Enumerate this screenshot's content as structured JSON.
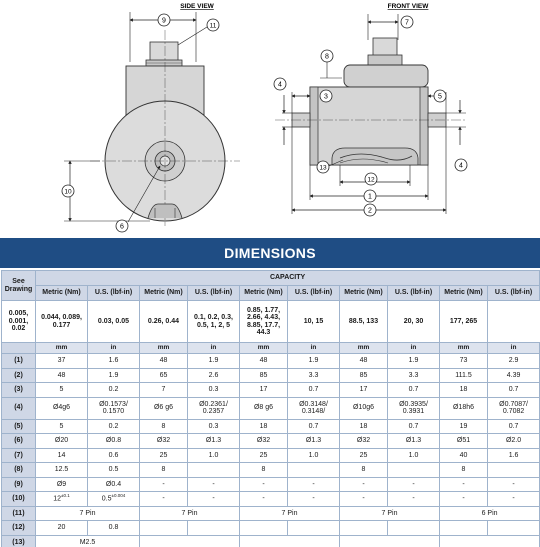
{
  "drawing": {
    "side_view_title": "SIDE VIEW",
    "front_view_title": "FRONT VIEW",
    "callouts": [
      "1",
      "2",
      "3",
      "4",
      "5",
      "6",
      "7",
      "8",
      "9",
      "10",
      "11",
      "12",
      "13"
    ]
  },
  "band_title": "DIMENSIONS",
  "table": {
    "capacity_label": "CAPACITY",
    "see_drawing_label": "See Drawing",
    "unit_headers": [
      "Metric (Nm)",
      "U.S. (lbf-in)",
      "Metric (Nm)",
      "U.S. (lbf-in)",
      "Metric (Nm)",
      "U.S. (lbf-in)",
      "Metric (Nm)",
      "U.S. (lbf-in)",
      "Metric (Nm)",
      "U.S. (lbf-in)"
    ],
    "capacities": [
      "0.005, 0.001, 0.02",
      "0.044, 0.089, 0.177",
      "0.03, 0.05",
      "0.26, 0.44",
      "0.1, 0.2, 0.3, 0.5, 1, 2, 5",
      "0.85, 1.77, 2.66, 4.43, 8.85, 17.7, 44.3",
      "10, 15",
      "88.5, 133",
      "20, 30",
      "177, 265"
    ],
    "units": [
      "mm",
      "in",
      "mm",
      "in",
      "mm",
      "in",
      "mm",
      "in",
      "mm",
      "in"
    ],
    "rows": [
      {
        "label": "(1)",
        "cells": [
          "37",
          "1.6",
          "48",
          "1.9",
          "48",
          "1.9",
          "48",
          "1.9",
          "73",
          "2.9"
        ]
      },
      {
        "label": "(2)",
        "cells": [
          "48",
          "1.9",
          "65",
          "2.6",
          "85",
          "3.3",
          "85",
          "3.3",
          "111.5",
          "4.39"
        ]
      },
      {
        "label": "(3)",
        "cells": [
          "5",
          "0.2",
          "7",
          "0.3",
          "17",
          "0.7",
          "17",
          "0.7",
          "18",
          "0.7"
        ]
      },
      {
        "label": "(4)",
        "cells": [
          "Ø4g6",
          "Ø0.1573/ 0.1570",
          "Ø6 g6",
          "Ø0.2361/ 0.2357",
          "Ø8 g6",
          "Ø0.3148/ 0.3148/",
          "Ø10g6",
          "Ø0.3935/ 0.3931",
          "Ø18h6",
          "Ø0.7087/ 0.7082"
        ]
      },
      {
        "label": "(5)",
        "cells": [
          "5",
          "0.2",
          "8",
          "0.3",
          "18",
          "0.7",
          "18",
          "0.7",
          "19",
          "0.7"
        ]
      },
      {
        "label": "(6)",
        "cells": [
          "Ø20",
          "Ø0.8",
          "Ø32",
          "Ø1.3",
          "Ø32",
          "Ø1.3",
          "Ø32",
          "Ø1.3",
          "Ø51",
          "Ø2.0"
        ]
      },
      {
        "label": "(7)",
        "cells": [
          "14",
          "0.6",
          "25",
          "1.0",
          "25",
          "1.0",
          "25",
          "1.0",
          "40",
          "1.6"
        ]
      },
      {
        "label": "(8)",
        "cells": [
          "12.5",
          "0.5",
          "8",
          "",
          "8",
          "",
          "8",
          "",
          "8",
          ""
        ]
      },
      {
        "label": "(9)",
        "cells": [
          "Ø9",
          "Ø0.4",
          "-",
          "-",
          "-",
          "-",
          "-",
          "-",
          "-",
          "-"
        ]
      },
      {
        "label": "(10)",
        "cells": [
          "12",
          "0.5",
          "-",
          "-",
          "-",
          "-",
          "-",
          "-",
          "-",
          "-"
        ],
        "sups": [
          "±0.1",
          "±0.004"
        ]
      },
      {
        "label": "(11)",
        "merged": [
          "7 Pin",
          "7 Pin",
          "7 Pin",
          "7 Pin",
          "6 Pin"
        ]
      },
      {
        "label": "(12)",
        "cells": [
          "20",
          "0.8",
          "",
          "",
          "",
          "",
          "",
          "",
          "",
          ""
        ]
      },
      {
        "label": "(13)",
        "merged": [
          "M2.5",
          "",
          "",
          "",
          ""
        ]
      }
    ]
  }
}
